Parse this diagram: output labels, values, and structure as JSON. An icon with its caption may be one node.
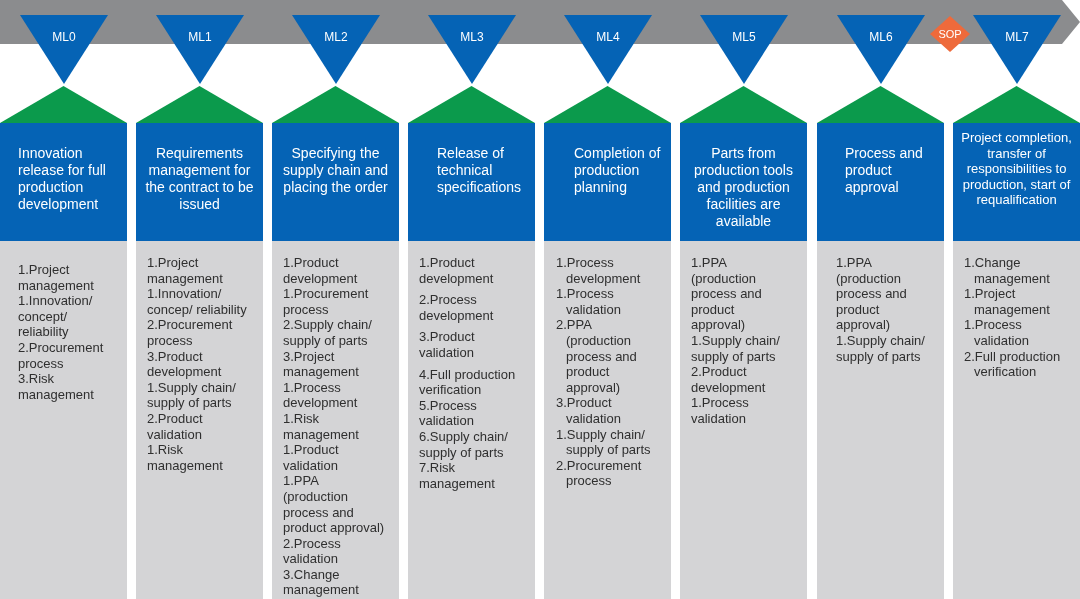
{
  "diagram": {
    "nodes": [
      {
        "text": [
          "ML0"
        ]
      },
      {
        "text": [
          "ML1"
        ]
      },
      {
        "text": [
          "ML2"
        ]
      },
      {
        "text": [
          "ML3"
        ]
      },
      {
        "text": [
          "ML4"
        ]
      },
      {
        "text": [
          "ML5"
        ]
      },
      {
        "text": [
          "ML6"
        ]
      },
      {
        "text": [
          "SOP"
        ]
      },
      {
        "text": [
          "ML7"
        ]
      },
      {
        "text": [
          "Innovation release for full production development"
        ]
      },
      {
        "text": [
          "Requirements management for the contract to be issued"
        ]
      },
      {
        "text": [
          "Specifying the supply chain and placing the order"
        ]
      },
      {
        "text": [
          "Release of technical specifications"
        ]
      },
      {
        "text": [
          "Completion of production planning"
        ]
      },
      {
        "text": [
          "Parts from production tools and production facilities are available"
        ]
      },
      {
        "text": [
          "Process and product approval"
        ]
      },
      {
        "text": [
          "Project completion, transfer of responsibilities to production, start of requalification"
        ]
      },
      {
        "text": [
          "1.Project management",
          "1.Innovation/ concept/ reliability",
          "2.Procurement process",
          "3.Risk management"
        ]
      },
      {
        "text": [
          "1.Project management",
          "1.Innovation/ concep/ reliability",
          "2.Procurement process",
          "3.Product development",
          "1.Supply chain/ supply of parts",
          "2.Product validation",
          "1.Risk management"
        ]
      },
      {
        "text": [
          "1.Product development",
          "1.Procurement process",
          "2.Supply chain/ supply of parts",
          "3.Project management",
          "1.Process development",
          "1.Risk management",
          "1.Product validation",
          "1.PPA (production process and product approval)",
          "2.Process validation",
          "3.Change management"
        ]
      },
      {
        "text": [
          "1.Product development",
          "2.Process development",
          "3.Product validation",
          "4.Full production verification",
          "5.Process validation",
          "6.Supply chain/ supply of parts",
          "7.Risk management"
        ]
      },
      {
        "text": [
          "1.Process development",
          "1.Process validation",
          "2.PPA (production process and product approval)",
          "3.Product validation",
          "1.Supply chain/ supply of parts",
          "2.Procurement process"
        ]
      },
      {
        "text": [
          "1.PPA (production process and product approval)",
          "1.Supply chain/ supply of parts",
          "2.Product development",
          "1.Process validation"
        ]
      },
      {
        "text": [
          "1.PPA (production process and product approval)",
          "1.Supply chain/ supply of parts"
        ]
      },
      {
        "text": [
          "1.Change management",
          "1.Project management",
          "1.Process validation",
          "2.Full production verification"
        ]
      }
    ]
  }
}
